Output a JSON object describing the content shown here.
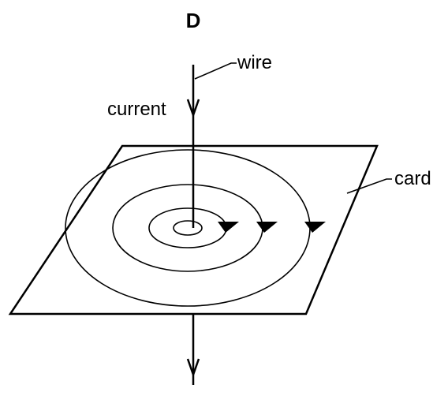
{
  "figure": {
    "title": "D",
    "labels": {
      "wire": "wire",
      "current": "current",
      "card": "card"
    },
    "colors": {
      "ink": "#000000",
      "background": "#ffffff"
    }
  }
}
